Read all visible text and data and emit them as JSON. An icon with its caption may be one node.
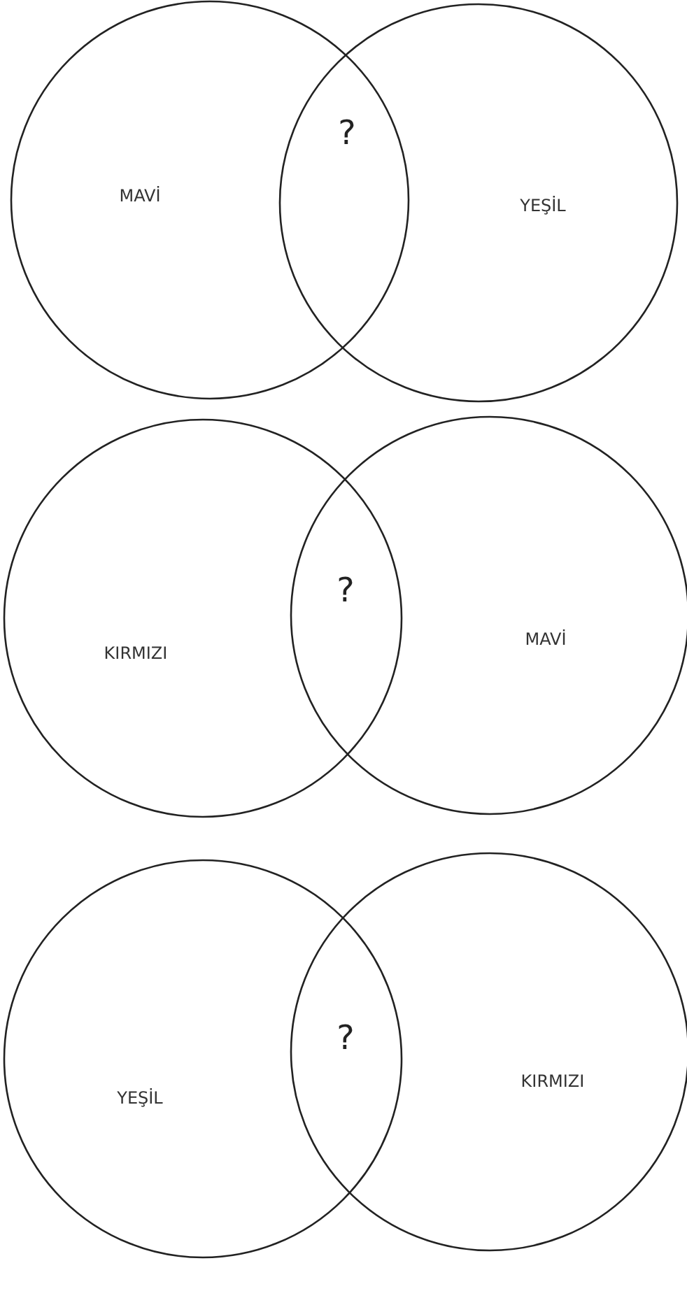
{
  "diagram": {
    "nodes": [
      {
        "text": [
          "MAVİ"
        ]
      },
      {
        "text": [
          "YEŞİL"
        ]
      },
      {
        "text": [
          "KIRMIZI"
        ]
      },
      {
        "text": [
          "MAVİ"
        ]
      },
      {
        "text": [
          "YEŞİL"
        ]
      },
      {
        "text": [
          "KIRMIZI"
        ]
      }
    ],
    "labels": [
      "?",
      "?",
      "?"
    ]
  }
}
